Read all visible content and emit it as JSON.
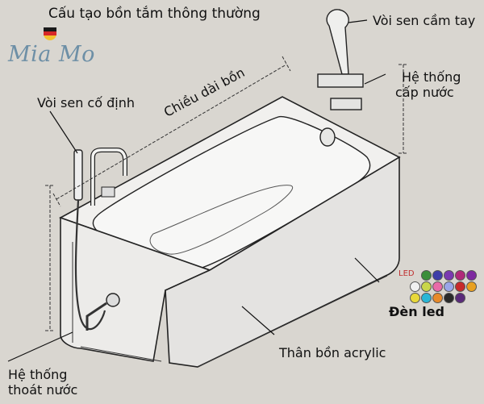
{
  "title": "Cấu tạo bồn tắm thông thường",
  "brand": {
    "name": "Mia Mo",
    "flag_colors": [
      "#1a1a1a",
      "#d62828",
      "#f2c230"
    ]
  },
  "labels": {
    "handheld_shower": "Vòi sen cầm tay",
    "water_supply": [
      "Hệ thống",
      "cấp nước"
    ],
    "fixed_shower": "Vòi sen cố định",
    "tub_length": "Chiều dài bồn",
    "led_lights": "Đèn led",
    "acrylic_body": "Thân bồn acrylic",
    "drain_system": [
      "Hệ thống",
      "thoát nước"
    ]
  },
  "led_palette": {
    "tag": "LED",
    "colors": [
      "#3a8e3a",
      "#3d3da8",
      "#7a3ab0",
      "#b02a7a",
      "#7e2aa0",
      "#f0f0f0",
      "#c9d64a",
      "#e86aa8",
      "#9aa6e8",
      "#c82a2a",
      "#e8a020",
      "#e8d83a",
      "#2ab6d6",
      "#e88a2a",
      "#2a2a2a",
      "#5a2a7a"
    ]
  }
}
